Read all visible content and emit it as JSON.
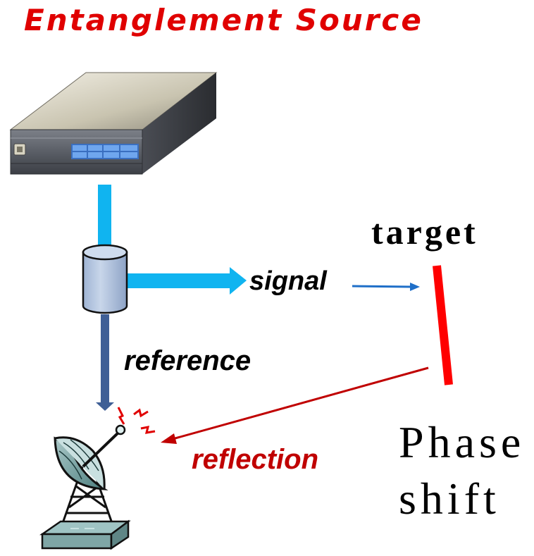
{
  "title": "Entanglement Source",
  "labels": {
    "signal": "signal",
    "reference": "reference",
    "reflection": "reflection",
    "target": "target",
    "phase_line1": "Phase",
    "phase_line2": "shift"
  },
  "colors": {
    "title": "#e00000",
    "signal_beam": "#10b4f0",
    "signal_thin": "#1f6fc8",
    "reference_beam": "#3f5f96",
    "reflection": "#c00000",
    "target_bar": "#ff0000"
  },
  "icons": [
    "entanglement-source-device-icon",
    "beam-splitter-icon",
    "radar-dish-icon"
  ]
}
